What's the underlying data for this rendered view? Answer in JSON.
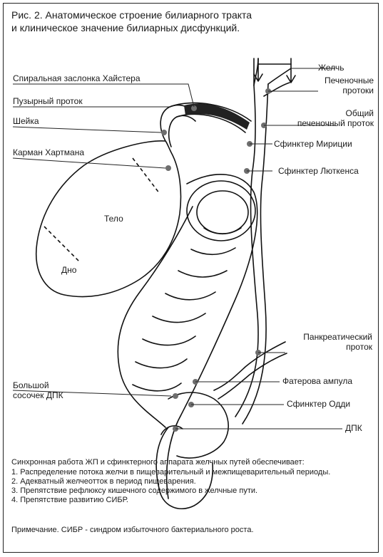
{
  "title": [
    "Рис. 2. Анатомическое строение билиарного тракта",
    "и клиническое значение билиарных дисфункций."
  ],
  "labels": {
    "bile": "Желчь",
    "hepatic_ducts": [
      "Печеночные",
      "протоки"
    ],
    "common_hepatic": [
      "Общий",
      "печеночный проток"
    ],
    "mirizzi": "Сфинктер Мириции",
    "lutkens": "Сфинктер Люткенса",
    "heister": "Спиральная заслонка Хайстера",
    "cystic_duct": "Пузырный проток",
    "neck": "Шейка",
    "hartmann": "Карман Хартмана",
    "body": "Тело",
    "fundus": "Дно",
    "pancreatic": [
      "Панкреатический",
      "проток"
    ],
    "vater": "Фатерова ампула",
    "oddi": "Сфинктер Одди",
    "papilla": [
      "Большой",
      "сосочек ДПК"
    ],
    "duodenum": "ДПК"
  },
  "footer": {
    "intro": "Синхронная работа ЖП и сфинктерного аппарата желчных путей обеспечивает:",
    "items": [
      "1. Распределение потока желчи в пищеварительный и межпищеварительный периоды.",
      "2. Адекватный желчеотток в период пищеварения.",
      "3. Препятствие рефлюксу кишечного содержимого в желчные пути.",
      "4. Препятствие развитию СИБР."
    ],
    "note": "Примечание. СИБР - синдром избыточного бактериального роста."
  }
}
